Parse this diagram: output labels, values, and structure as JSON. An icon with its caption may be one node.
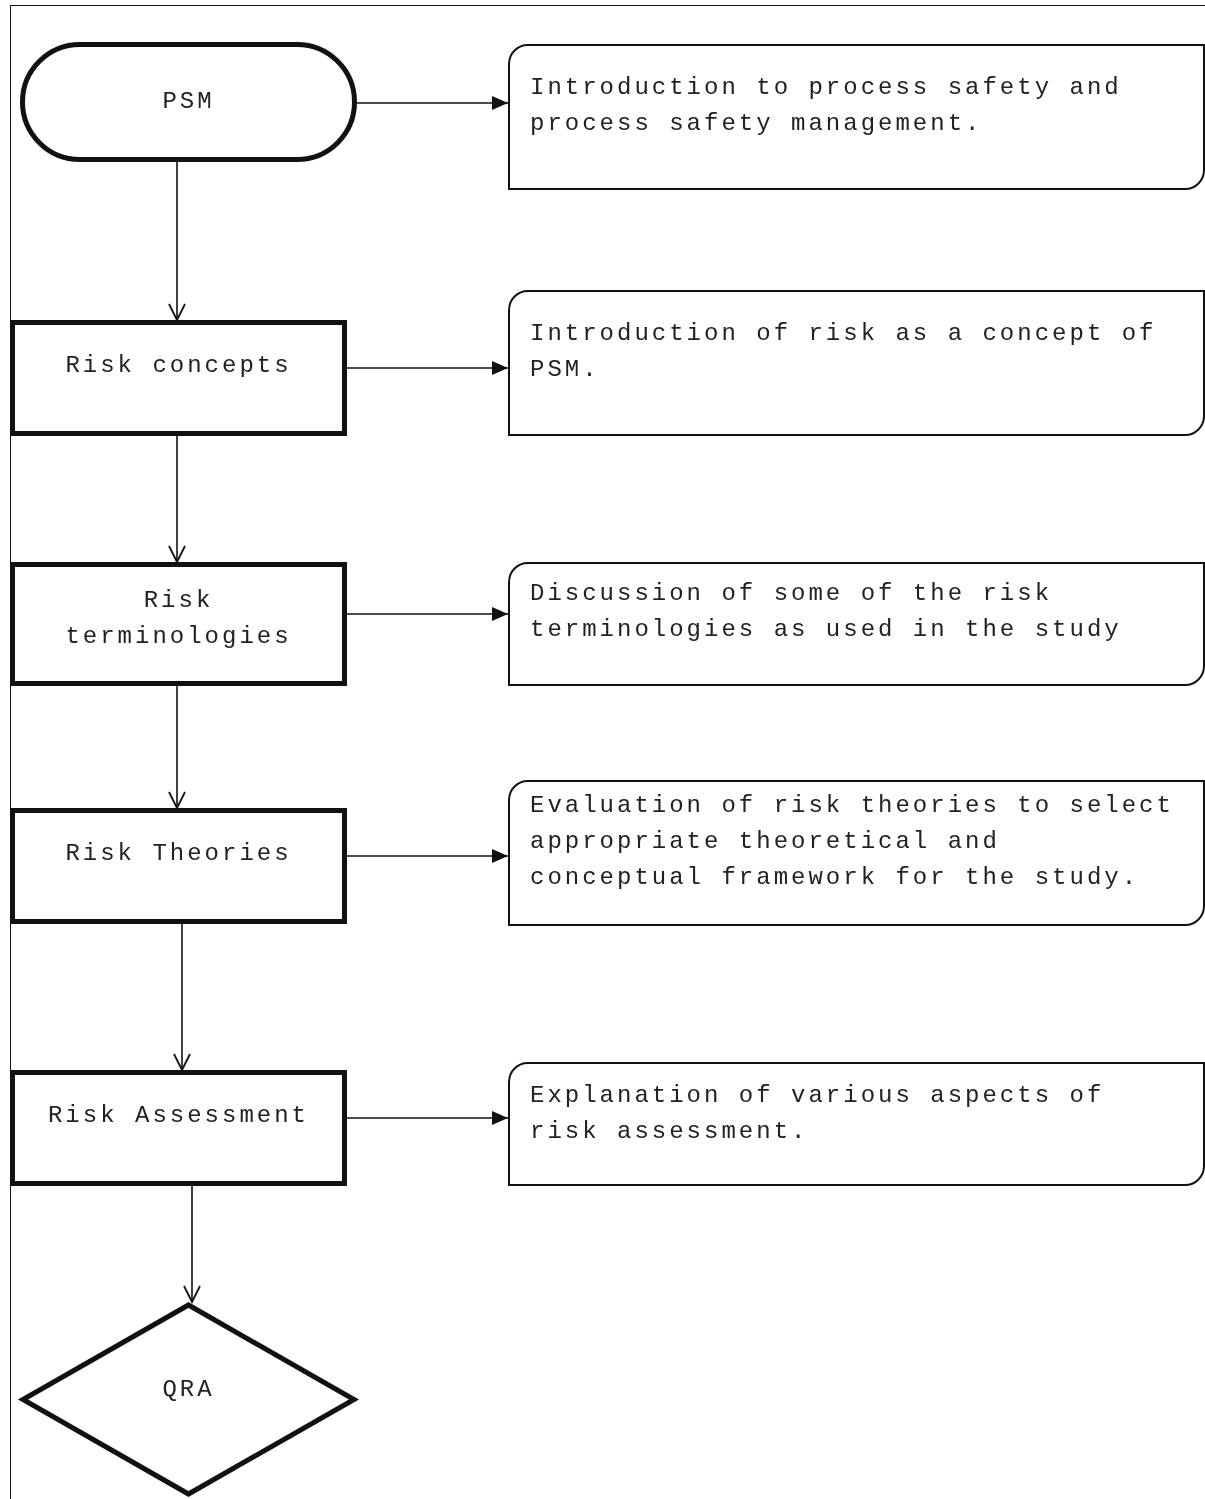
{
  "diagram": {
    "nodes": [
      {
        "text": [
          "PSM"
        ]
      },
      {
        "text": [
          "Introduction to process safety and process safety management."
        ]
      },
      {
        "text": [
          "Risk concepts"
        ]
      },
      {
        "text": [
          "Introduction of risk as a concept of PSM."
        ]
      },
      {
        "text": [
          "Risk terminologies"
        ]
      },
      {
        "text": [
          "Discussion of some of the risk terminologies as used in the study"
        ]
      },
      {
        "text": [
          "Risk Theories"
        ]
      },
      {
        "text": [
          "Evaluation of risk theories to select appropriate theoretical and conceptual framework for the study."
        ]
      },
      {
        "text": [
          "Risk Assessment"
        ]
      },
      {
        "text": [
          "Explanation of various aspects of risk assessment."
        ]
      },
      {
        "text": [
          "QRA"
        ]
      }
    ],
    "edges": [
      {
        "from": 0,
        "to": 1,
        "arrow": "to"
      },
      {
        "from": 0,
        "to": 2,
        "arrow": "to"
      },
      {
        "from": 2,
        "to": 3,
        "arrow": "to"
      },
      {
        "from": 2,
        "to": 4,
        "arrow": "to"
      },
      {
        "from": 4,
        "to": 5,
        "arrow": "to"
      },
      {
        "from": 4,
        "to": 6,
        "arrow": "to"
      },
      {
        "from": 6,
        "to": 7,
        "arrow": "to"
      },
      {
        "from": 6,
        "to": 8,
        "arrow": "to"
      },
      {
        "from": 8,
        "to": 9,
        "arrow": "to"
      },
      {
        "from": 8,
        "to": 10,
        "arrow": "to"
      }
    ]
  }
}
